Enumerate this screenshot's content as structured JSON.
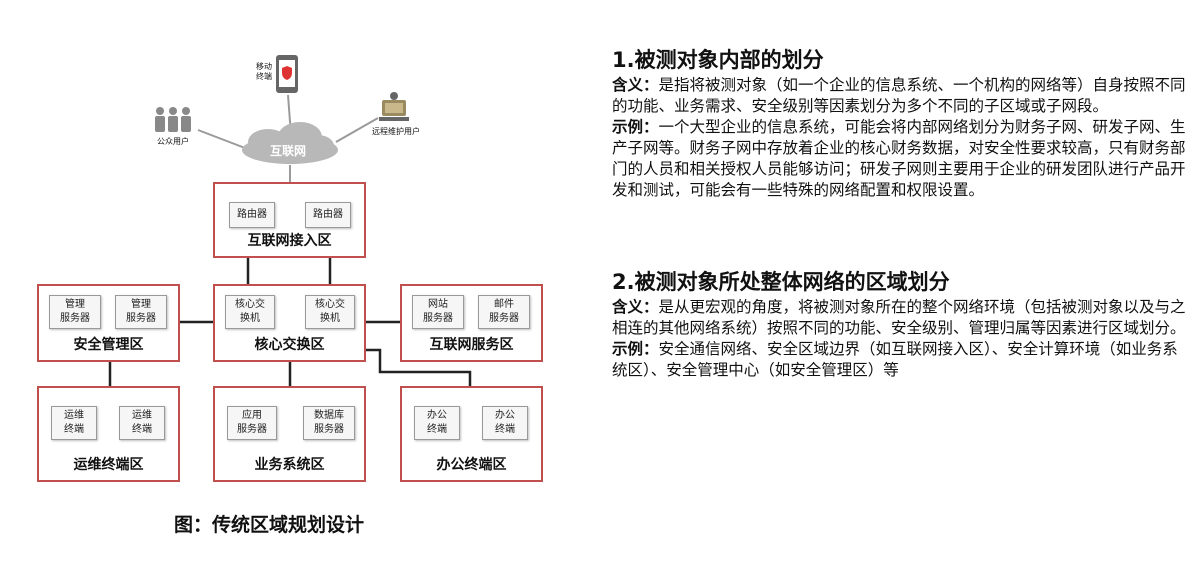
{
  "diagram": {
    "internet_label": "互联网",
    "mobile_label": "移动\n终端",
    "public_users_label": "公众用户",
    "remote_users_label": "远程维护用户",
    "zones": {
      "internet_access": {
        "title": "互联网接入区",
        "devices": [
          "路由器",
          "路由器"
        ]
      },
      "core_switch": {
        "title": "核心交换区",
        "devices": [
          "核心交\n换机",
          "核心交\n换机"
        ]
      },
      "security_mgmt": {
        "title": "安全管理区",
        "devices": [
          "管理\n服务器",
          "管理\n服务器"
        ]
      },
      "internet_service": {
        "title": "互联网服务区",
        "devices": [
          "网站\n服务器",
          "邮件\n服务器"
        ]
      },
      "ops_terminal": {
        "title": "运维终端区",
        "devices": [
          "运维\n终端",
          "运维\n终端"
        ]
      },
      "business_system": {
        "title": "业务系统区",
        "devices": [
          "应用\n服务器",
          "数据库\n服务器"
        ]
      },
      "office_terminal": {
        "title": "办公终端区",
        "devices": [
          "办公\n终端",
          "办公\n终端"
        ]
      }
    },
    "caption": "图：传统区域规划设计"
  },
  "text": {
    "section1": {
      "title": "1.被测对象内部的划分",
      "meaning_label": "含义：",
      "meaning": "是指将被测对象（如一个企业的信息系统、一个机构的网络等）自身按照不同的功能、业务需求、安全级别等因素划分为多个不同的子区域或子网段。",
      "example_label": "示例：",
      "example": "一个大型企业的信息系统，可能会将内部网络划分为财务子网、研发子网、生产子网等。财务子网中存放着企业的核心财务数据，对安全性要求较高，只有财务部门的人员和相关授权人员能够访问；研发子网则主要用于企业的研发团队进行产品开发和测试，可能会有一些特殊的网络配置和权限设置。"
    },
    "section2": {
      "title": "2.被测对象所处整体网络的区域划分",
      "meaning_label": "含义：",
      "meaning": "是从更宏观的角度，将被测对象所在的整个网络环境（包括被测对象以及与之相连的其他网络系统）按照不同的功能、安全级别、管理归属等因素进行区域划分。",
      "example_label": "示例：",
      "example": "安全通信网络、安全区域边界（如互联网接入区）、安全计算环境（如业务系统区）、安全管理中心（如安全管理区）等"
    }
  },
  "colors": {
    "zone_border": "#c0504d",
    "cloud": "#b8b8b8"
  }
}
